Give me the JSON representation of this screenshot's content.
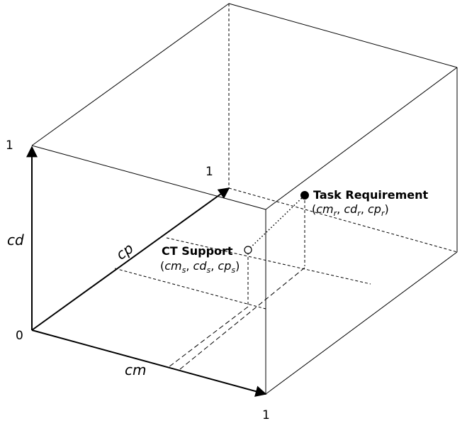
{
  "axes": {
    "cd_label": "cd",
    "cp_label": "cp",
    "cm_label": "cm",
    "origin_label": "0",
    "cd_max": "1",
    "cp_max": "1",
    "cm_max": "1"
  },
  "task_requirement": {
    "title": "Task Requirement",
    "coords": [
      {
        "base": "cm",
        "sub": "r"
      },
      {
        "base": "cd",
        "sub": "r"
      },
      {
        "base": "cp",
        "sub": "r"
      }
    ]
  },
  "ct_support": {
    "title": "CT Support",
    "coords": [
      {
        "base": "cm",
        "sub": "s"
      },
      {
        "base": "cd",
        "sub": "s"
      },
      {
        "base": "cp",
        "sub": "s"
      }
    ]
  }
}
